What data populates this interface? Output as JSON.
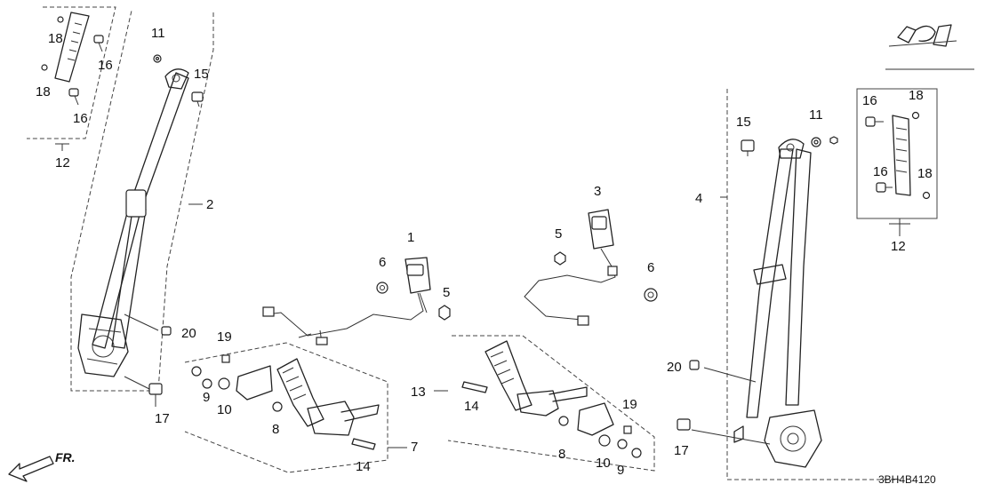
{
  "diagram_code": "3BH4B4120",
  "front_arrow_label": "FR.",
  "callouts": {
    "c1": "1",
    "c2": "2",
    "c3": "3",
    "c4": "4",
    "c5a": "5",
    "c5b": "5",
    "c6a": "6",
    "c6b": "6",
    "c7": "7",
    "c8a": "8",
    "c8b": "8",
    "c9a": "9",
    "c9b": "9",
    "c10a": "10",
    "c10b": "10",
    "c11a": "11",
    "c11b": "11",
    "c12a": "12",
    "c12b": "12",
    "c13": "13",
    "c14a": "14",
    "c14b": "14",
    "c15a": "15",
    "c15b": "15",
    "c16a": "16",
    "c16b": "16",
    "c16c": "16",
    "c16d": "16",
    "c17a": "17",
    "c17b": "17",
    "c18a": "18",
    "c18b": "18",
    "c18c": "18",
    "c18d": "18",
    "c19a": "19",
    "c19b": "19",
    "c20a": "20",
    "c20b": "20"
  }
}
